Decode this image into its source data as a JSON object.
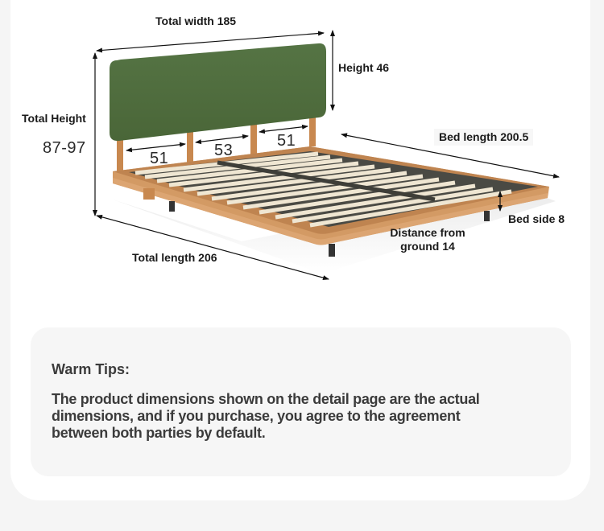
{
  "diagram": {
    "labels": {
      "total_width": "Total width 185",
      "height": "Height 46",
      "total_height": "Total Height",
      "total_height_value": "87-97",
      "bed_length": "Bed length 200.5",
      "bed_side": "Bed side 8",
      "distance_from_ground_line1": "Distance from",
      "distance_from_ground_line2": "ground 14",
      "total_length": "Total length 206",
      "gap_left": "51",
      "gap_middle": "53",
      "gap_right": "51"
    },
    "colors": {
      "headboard": "#4e6b3c",
      "wood": "#d39a64",
      "slat": "#efe6d2",
      "frame_metal": "#4a4a44",
      "arrow": "#111111"
    }
  },
  "tips": {
    "title": "Warm Tips:",
    "body": "The product dimensions shown on the detail page are the actual dimensions, and if you purchase, you agree to the agreement between both parties by default."
  }
}
